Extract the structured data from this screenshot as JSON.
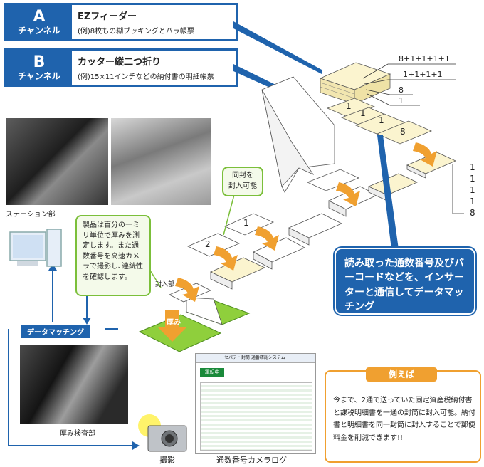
{
  "channel_a": {
    "letter": "A",
    "channel": "チャンネル",
    "title": "EZフィーダー",
    "desc": "(例)8枚もの糊ブッキングとバラ帳票"
  },
  "channel_b": {
    "letter": "B",
    "channel": "チャンネル",
    "title": "カッター縦二つ折り",
    "desc": "(例)15×11インチなどの納付書の明細帳票"
  },
  "stack_labels": [
    "8+1+1+1+1",
    "1+1+1+1",
    "8",
    "1"
  ],
  "sheet_numbers": [
    "1",
    "1",
    "1",
    "8",
    "1",
    "2"
  ],
  "right_column": [
    "1",
    "1",
    "1",
    "1",
    "8"
  ],
  "station_caption": "ステーション部",
  "same_envelope": "同封を\n封入可能",
  "measure_note": "製品は百分の一ミリ単位で厚みを測定します。また通数番号を高速カメラで撮影し､連続性を確認します。",
  "insert_label": "封入部",
  "thickness_tag": "厚み",
  "data_matching_label": "データマッチング",
  "thickness_caption": "厚み検査部",
  "camera_caption": "撮影",
  "camera_log_caption": "通数番号カメラログ",
  "blue_message": "読み取った通数番号及びバーコードなどを、インサーターと通信してデータマッチング",
  "example_head": "例えば",
  "example_text": "今まで、2通で送っていた固定資産税納付書と課税明細書を一通の封筒に封入可能。納付書と明細書を同一封筒に封入することで郵便料金を削減できます!!",
  "screenshot": {
    "status": "運転中",
    "title": "セパテ・封筒 通番確認システム"
  },
  "colors": {
    "blue": "#1f63ad",
    "green": "#7bbf3a",
    "orange": "#f0a030",
    "paper": "#fbf4cf",
    "envelope": "#8fcf3c"
  }
}
